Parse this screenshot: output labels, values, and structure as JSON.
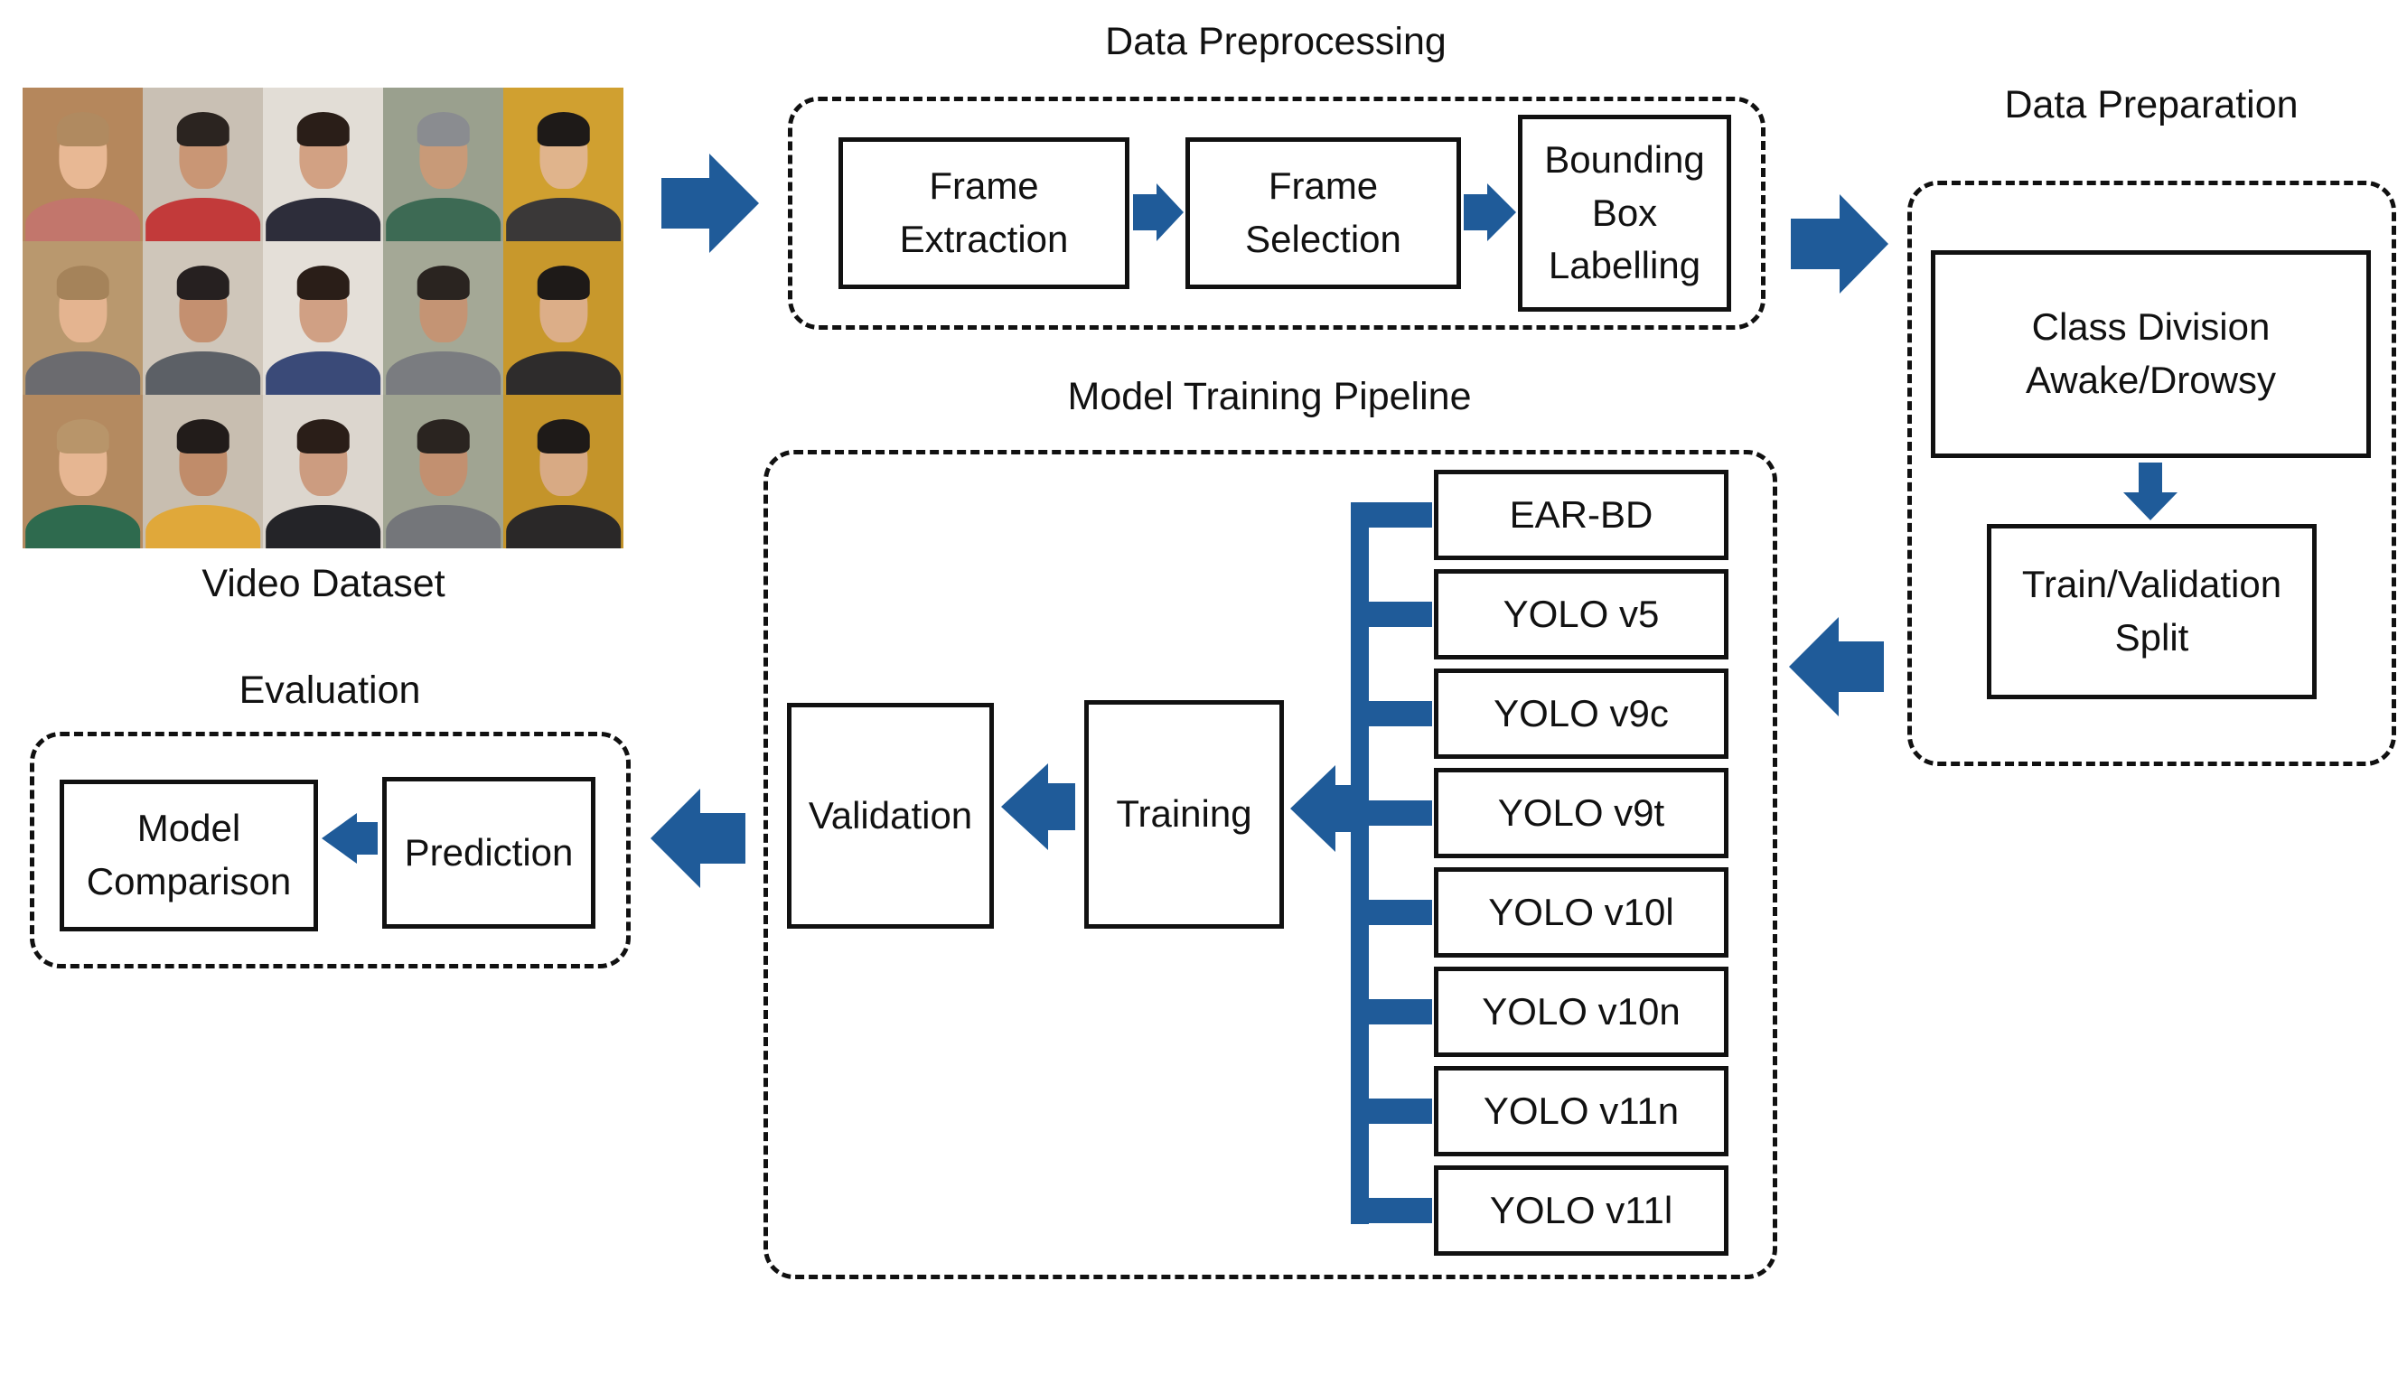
{
  "video_dataset": {
    "label": "Video Dataset",
    "tiles": [
      {
        "bg": "#b5875c",
        "skin": "#e8b894",
        "hair": "#b08a60",
        "shirt": "#c2766c"
      },
      {
        "bg": "#c9c0b4",
        "skin": "#c99675",
        "hair": "#2b2420",
        "shirt": "#c23a3a"
      },
      {
        "bg": "#e2ddd6",
        "skin": "#d2a183",
        "hair": "#2a1e18",
        "shirt": "#2d2d3a"
      },
      {
        "bg": "#9aa08e",
        "skin": "#c89a78",
        "hair": "#8a8c90",
        "shirt": "#3d6a54"
      },
      {
        "bg": "#d0a030",
        "skin": "#e0b48c",
        "hair": "#1e1a18",
        "shirt": "#3a3838"
      },
      {
        "bg": "#b9986e",
        "skin": "#e4b490",
        "hair": "#a5835a",
        "shirt": "#6b6b6f"
      },
      {
        "bg": "#cfc6ba",
        "skin": "#c49070",
        "hair": "#262020",
        "shirt": "#5c6066"
      },
      {
        "bg": "#e4dfd8",
        "skin": "#d0a084",
        "hair": "#2a1e18",
        "shirt": "#3a4a78"
      },
      {
        "bg": "#a4a896",
        "skin": "#c49474",
        "hair": "#2a2420",
        "shirt": "#7a7c80"
      },
      {
        "bg": "#c8982c",
        "skin": "#dcae88",
        "hair": "#1e1a18",
        "shirt": "#2e2c2c"
      },
      {
        "bg": "#b48a60",
        "skin": "#e6b692",
        "hair": "#b8956a",
        "shirt": "#2e6a4e"
      },
      {
        "bg": "#c8beb0",
        "skin": "#c08c6a",
        "hair": "#221c1a",
        "shirt": "#e0a83a"
      },
      {
        "bg": "#dcd6ce",
        "skin": "#cc9c80",
        "hair": "#2a1e18",
        "shirt": "#242428"
      },
      {
        "bg": "#a0a492",
        "skin": "#c29070",
        "hair": "#2a2420",
        "shirt": "#74767a"
      },
      {
        "bg": "#c4942a",
        "skin": "#d8aa84",
        "hair": "#1e1a18",
        "shirt": "#2a2828"
      }
    ]
  },
  "preprocessing": {
    "title": "Data Preprocessing",
    "steps": [
      "Frame\nExtraction",
      "Frame\nSelection",
      "Bounding\nBox\nLabelling"
    ]
  },
  "preparation": {
    "title": "Data Preparation",
    "class_division": "Class Division\nAwake/Drowsy",
    "split": "Train/Validation\nSplit"
  },
  "training_pipeline": {
    "title": "Model Training Pipeline",
    "models": [
      "EAR-BD",
      "YOLO v5",
      "YOLO v9c",
      "YOLO v9t",
      "YOLO v10l",
      "YOLO v10n",
      "YOLO v11n",
      "YOLO v11l"
    ],
    "training": "Training",
    "validation": "Validation"
  },
  "evaluation": {
    "title": "Evaluation",
    "prediction": "Prediction",
    "comparison": "Model\nComparison"
  },
  "colors": {
    "arrow": "#1f5b99",
    "border": "#111111"
  }
}
